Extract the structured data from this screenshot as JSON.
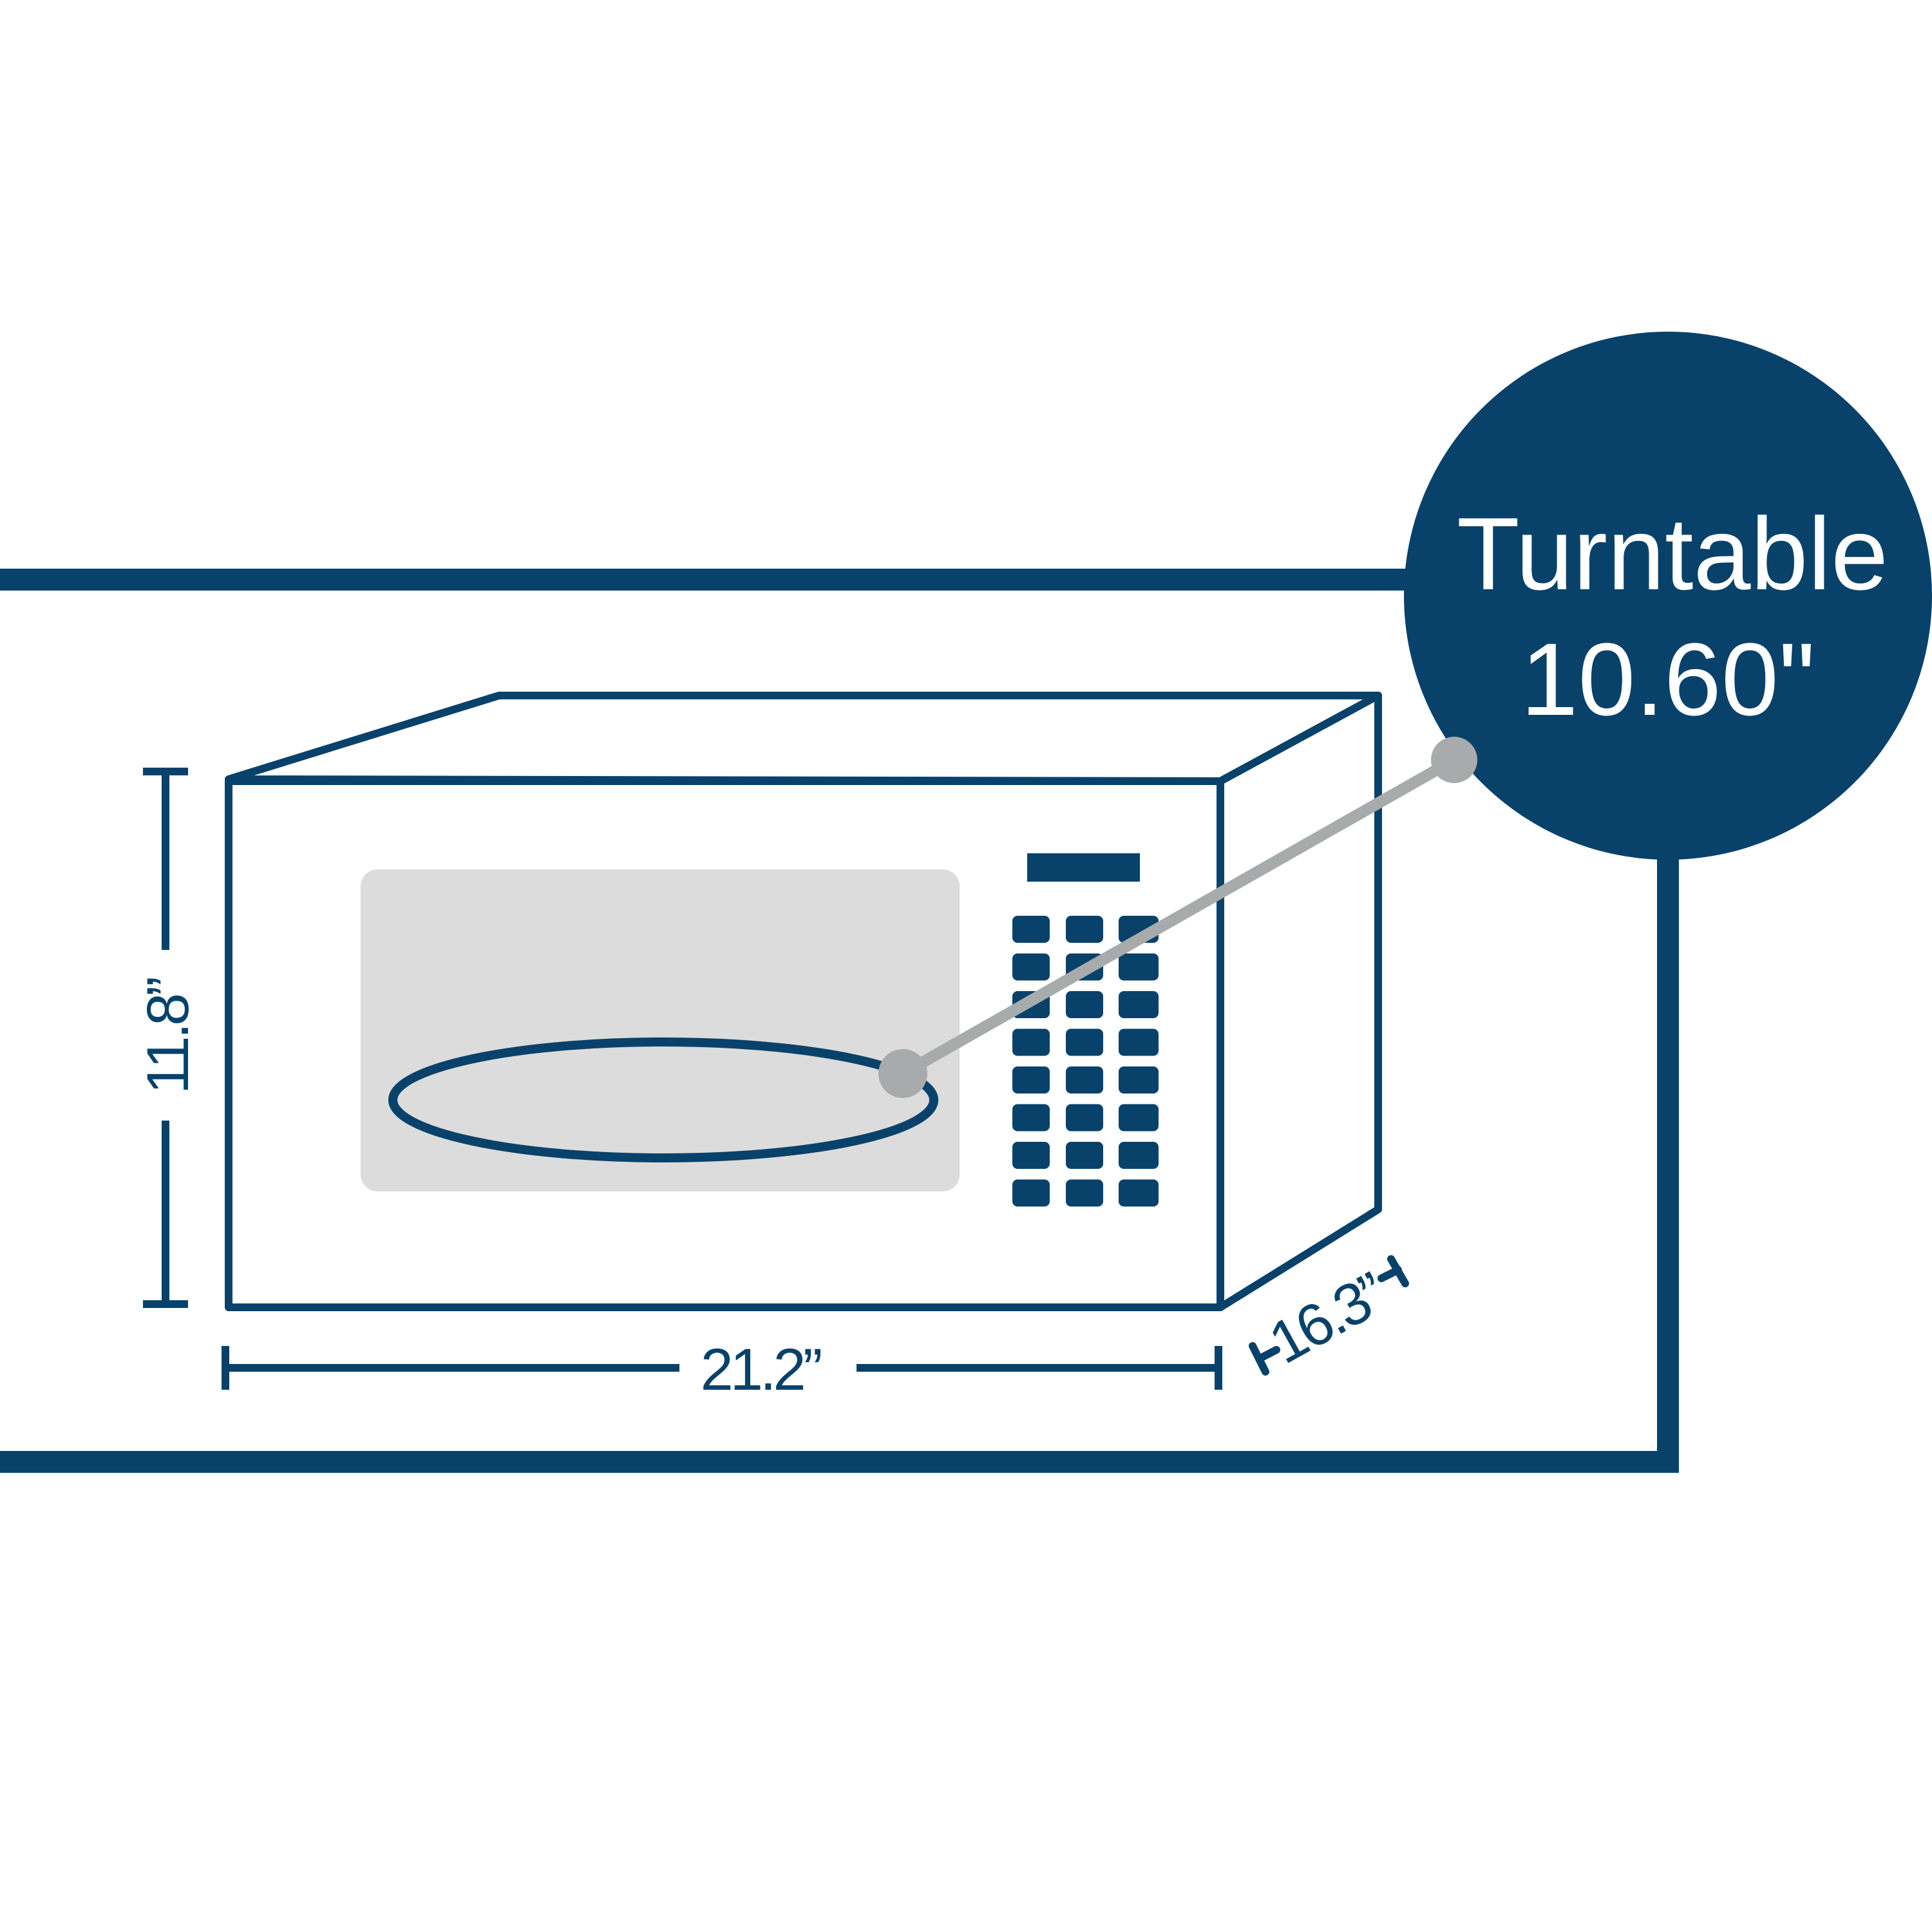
{
  "colors": {
    "navy": "#08426a",
    "window": "#dcdcdc",
    "pointer": "#a8abab",
    "background": "#ffffff"
  },
  "badge": {
    "label": "Turntable",
    "value": "10.60\""
  },
  "dimensions": {
    "height": "11.8”",
    "width": "21.2”",
    "depth": "16.3”"
  },
  "keypad": {
    "rows": 8,
    "columns": 3
  }
}
